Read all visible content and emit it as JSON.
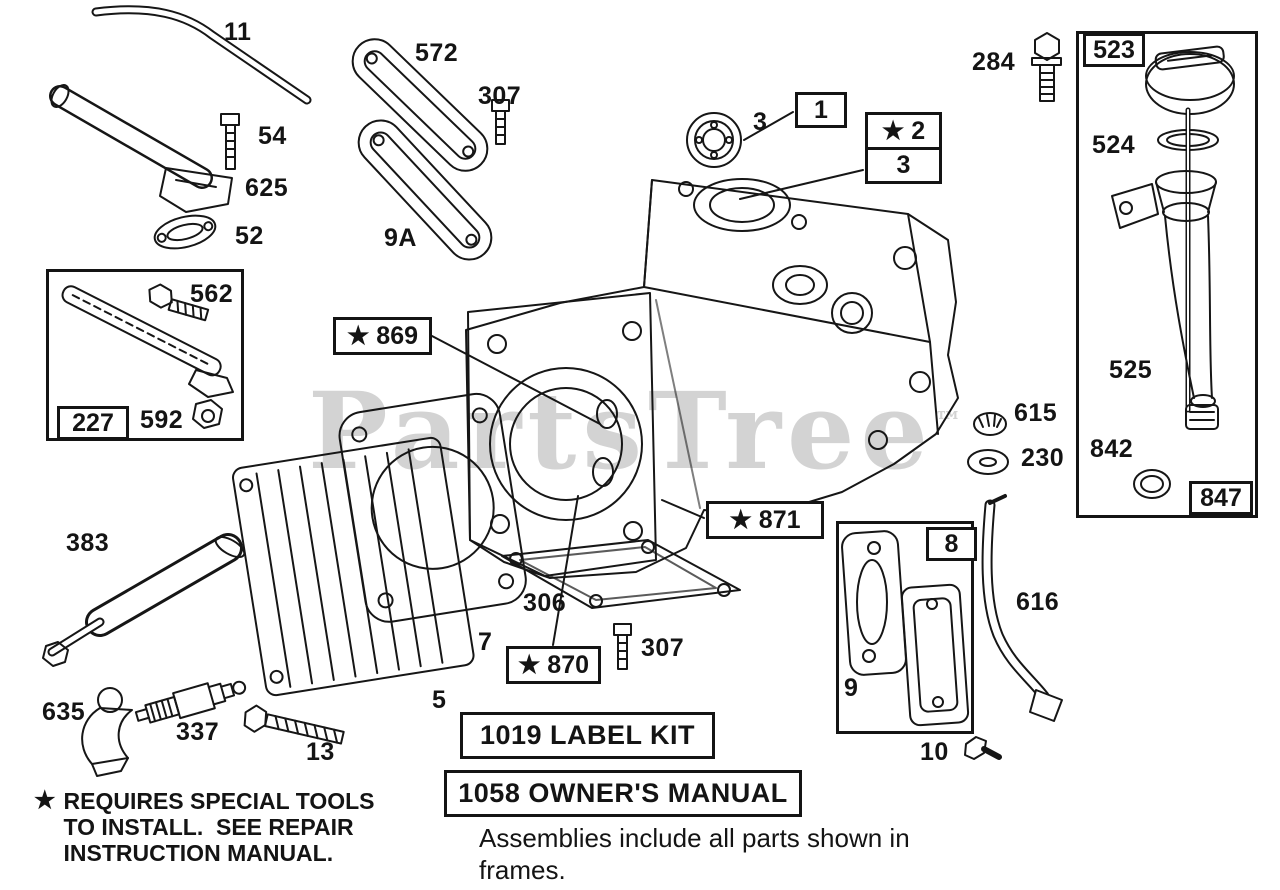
{
  "watermark": {
    "text": "PartsTree",
    "mark": "™"
  },
  "colors": {
    "ink": "#141414",
    "background": "#ffffff",
    "watermark": "#8d8d8d"
  },
  "part_labels": {
    "p11": "11",
    "p54": "54",
    "p625": "625",
    "p52": "52",
    "p572": "572",
    "p307_top": "307",
    "p9a": "9A",
    "p562": "562",
    "p592": "592",
    "p3": "3",
    "p284": "284",
    "p524": "524",
    "p525": "525",
    "p842": "842",
    "p615": "615",
    "p230": "230",
    "p306": "306",
    "p7": "7",
    "p307_bottom": "307",
    "p383": "383",
    "p5": "5",
    "p635": "635",
    "p337": "337",
    "p13": "13",
    "p9": "9",
    "p10": "10",
    "p616": "616"
  },
  "boxed_labels": {
    "b1": "1",
    "b2_star": "★ 2",
    "b3": "3",
    "b523": "523",
    "b847": "847",
    "b227": "227",
    "b869": "★ 869",
    "b871": "★ 871",
    "b870": "★ 870",
    "b8": "8",
    "label_kit": "1019 LABEL KIT",
    "owners_manual": "1058 OWNER'S MANUAL"
  },
  "notes": {
    "star": "★",
    "special_tools_line1": "REQUIRES SPECIAL TOOLS",
    "special_tools_line2": "TO INSTALL.  SEE REPAIR",
    "special_tools_line3": "INSTRUCTION MANUAL.",
    "assemblies": "Assemblies include all parts shown in frames."
  }
}
